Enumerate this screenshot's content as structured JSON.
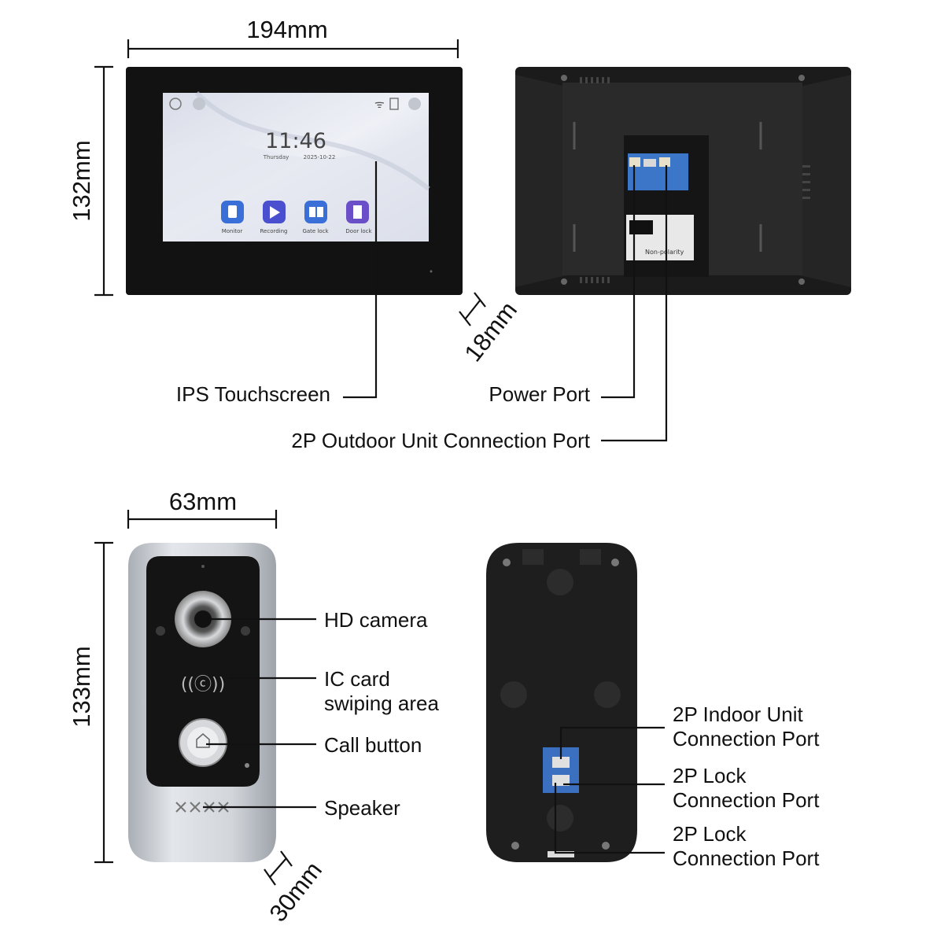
{
  "monitor": {
    "width": "194mm",
    "height": "132mm",
    "depth": "18mm",
    "screen": {
      "time": "11:46",
      "day": "Thursday",
      "date": "2025-10-22",
      "apps": [
        {
          "label": "Monitor",
          "color": "#3a6fd8"
        },
        {
          "label": "Recording",
          "color": "#4a4fd0"
        },
        {
          "label": "Gate lock",
          "color": "#3a6fd8"
        },
        {
          "label": "Door lock",
          "color": "#6a4fc8"
        }
      ]
    },
    "rear_sticker": "Non-polarity",
    "callouts": {
      "touchscreen": "IPS Touchscreen",
      "power": "Power Port",
      "outdoor": "2P Outdoor Unit Connection Port"
    }
  },
  "doorbell": {
    "width": "63mm",
    "height": "133mm",
    "depth": "30mm",
    "callouts": {
      "camera": "HD camera",
      "ic_line1": "IC card",
      "ic_line2": "swiping area",
      "call": "Call button",
      "speaker": "Speaker"
    }
  },
  "doorbell_back": {
    "callouts": [
      {
        "line1": "2P Indoor Unit",
        "line2": "Connection Port"
      },
      {
        "line1": "2P Lock",
        "line2": "Connection Port"
      },
      {
        "line1": "2P Lock",
        "line2": "Connection Port"
      }
    ]
  },
  "colors": {
    "accent_blue": "#3a6fd8",
    "device_black": "#141414",
    "silver": "#c9cdd2"
  }
}
